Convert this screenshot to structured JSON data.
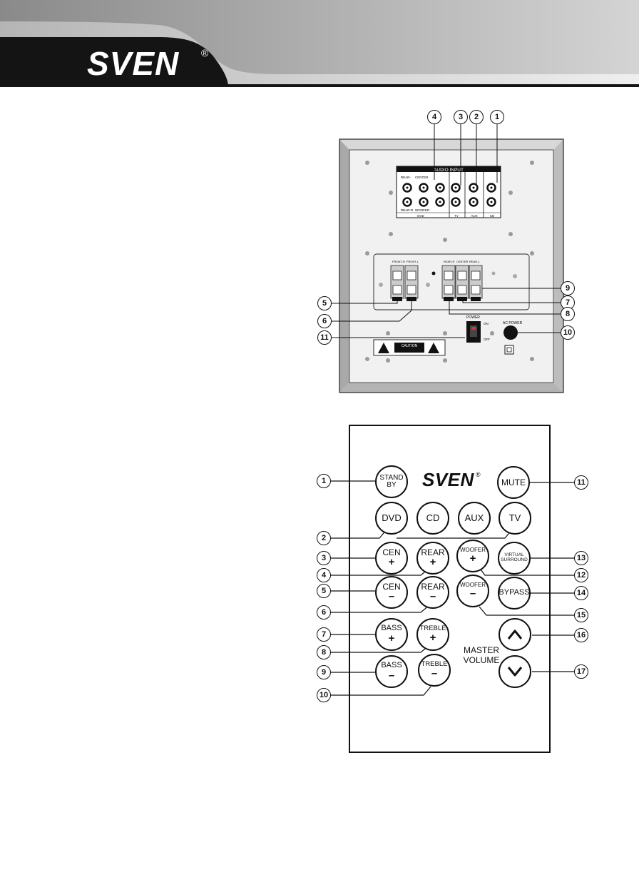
{
  "header": {
    "brand": "SVEN",
    "registered": "®"
  },
  "subwoofer_panel": {
    "audio_input_label": "AUDIO  INPUT",
    "jack_labels_top": [
      "REAR-",
      "CENTER"
    ],
    "jack_labels_bottom": [
      "REAR-R",
      "WOOFER"
    ],
    "input_groups": [
      "DVD",
      "TV",
      "AUX",
      "CD"
    ],
    "front_labels": [
      "FRONT-R",
      "FRONT-L"
    ],
    "rear_labels": [
      "REAR-R",
      "CENTER",
      "REAR-L"
    ],
    "power_label": "POWER",
    "power_on": "ON",
    "power_off": "OFF",
    "ac_power_label": "AC POWER",
    "caution_label": "CAUTION",
    "callouts": [
      "1",
      "2",
      "3",
      "4",
      "5",
      "6",
      "7",
      "8",
      "9",
      "10",
      "11"
    ]
  },
  "remote": {
    "brand": "SVEN",
    "registered": "®",
    "buttons": {
      "standby": "STAND BY",
      "mute": "MUTE",
      "dvd": "DVD",
      "cd": "CD",
      "aux": "AUX",
      "tv": "TV",
      "cen_plus": "CEN",
      "rear_plus": "REAR",
      "woofer_plus": "WOOFER",
      "virtual_surround_1": "VIRTUAL",
      "virtual_surround_2": "SURROUND",
      "cen_minus": "CEN",
      "rear_minus": "REAR",
      "woofer_minus": "WOOFER",
      "bypass": "BYPASS",
      "bass_plus": "BASS",
      "treble_plus": "TREBLE",
      "bass_minus": "BASS",
      "treble_minus": "TREBLE",
      "plus_sign": "+",
      "minus_sign": "–"
    },
    "master_volume_1": "MASTER",
    "master_volume_2": "VOLUME",
    "callouts": [
      "1",
      "2",
      "3",
      "4",
      "5",
      "6",
      "7",
      "8",
      "9",
      "10",
      "11",
      "12",
      "13",
      "14",
      "15",
      "16",
      "17"
    ]
  }
}
